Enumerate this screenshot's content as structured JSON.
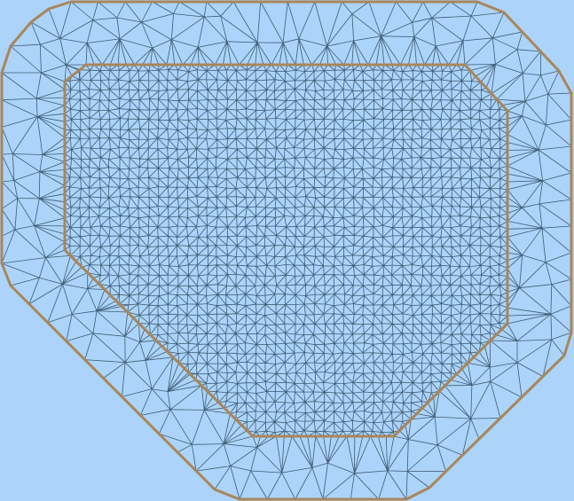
{
  "diagram": {
    "kind": "triangulated-mesh",
    "regions": [
      {
        "name": "outer-boundary",
        "description_visible": false
      },
      {
        "name": "inner-boundary",
        "description_visible": false
      }
    ]
  },
  "colors": {
    "background": "#acd4fa",
    "mesh_edge": "#3e5b73",
    "boundary": "#a8865a"
  }
}
